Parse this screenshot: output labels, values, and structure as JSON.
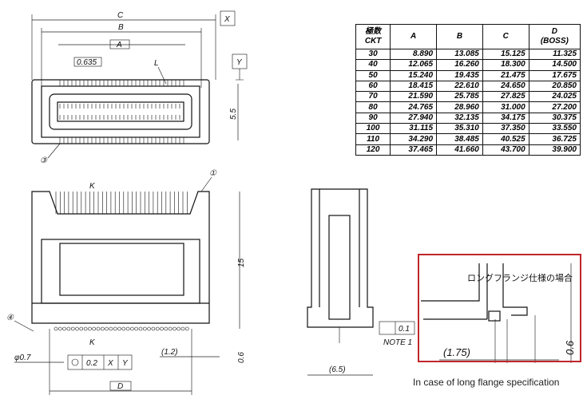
{
  "top_view": {
    "dim_c": "C",
    "dim_b": "B",
    "dim_a": "A",
    "pitch": "0.635",
    "label_l": "L",
    "datum_x": "X",
    "datum_y": "Y",
    "height": "5.5",
    "callout_3": "③"
  },
  "front_view": {
    "callout_1": "①",
    "callout_4": "④",
    "label_k_top": "K",
    "label_k_bottom": "K",
    "height": "15",
    "pin_dia": "φ0.7",
    "tol_value": "0.2",
    "tol_x": "X",
    "tol_y": "Y",
    "offset": "(1.2)",
    "standoff": "0.6",
    "dim_d": "D"
  },
  "side_view": {
    "flatness": "0.1",
    "note": "NOTE 1",
    "width": "(6.5)"
  },
  "long_flange": {
    "title_jp": "ロングフランジ仕様の場合",
    "dim_offset": "(1.75)",
    "dim_height": "0.6",
    "caption": "In case of long flange specification",
    "frame_color": "#c0262c"
  },
  "table": {
    "headers": [
      [
        "極数",
        "CKT"
      ],
      [
        "A"
      ],
      [
        "B"
      ],
      [
        "C"
      ],
      [
        "D",
        "(BOSS)"
      ]
    ],
    "rows": [
      [
        "30",
        "8.890",
        "13.085",
        "15.125",
        "11.325"
      ],
      [
        "40",
        "12.065",
        "16.260",
        "18.300",
        "14.500"
      ],
      [
        "50",
        "15.240",
        "19.435",
        "21.475",
        "17.675"
      ],
      [
        "60",
        "18.415",
        "22.610",
        "24.650",
        "20.850"
      ],
      [
        "70",
        "21.590",
        "25.785",
        "27.825",
        "24.025"
      ],
      [
        "80",
        "24.765",
        "28.960",
        "31.000",
        "27.200"
      ],
      [
        "90",
        "27.940",
        "32.135",
        "34.175",
        "30.375"
      ],
      [
        "100",
        "31.115",
        "35.310",
        "37.350",
        "33.550"
      ],
      [
        "110",
        "34.290",
        "38.485",
        "40.525",
        "36.725"
      ],
      [
        "120",
        "37.465",
        "41.660",
        "43.700",
        "39.900"
      ]
    ]
  }
}
